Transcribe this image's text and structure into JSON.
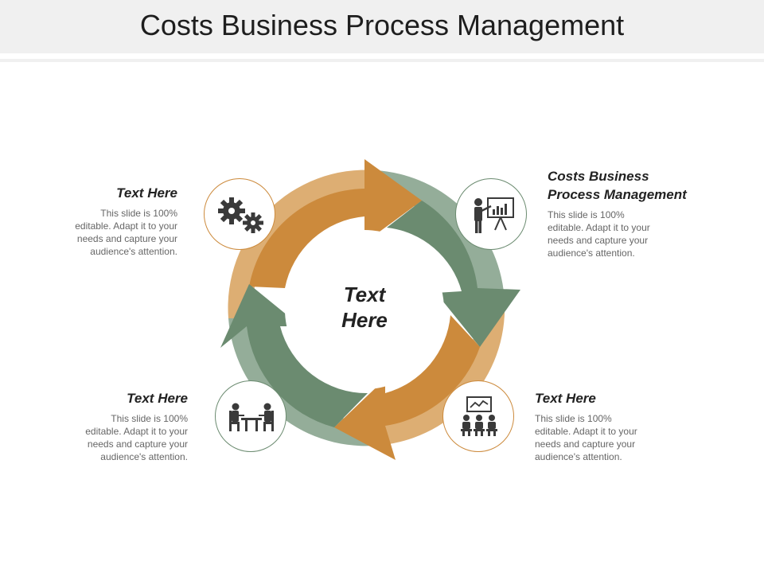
{
  "title": "Costs Business Process Management",
  "center": {
    "line1": "Text",
    "line2": "Here"
  },
  "blocks": {
    "top_left": {
      "heading": "Text Here",
      "body": [
        "This slide is 100%",
        "editable. Adapt it to your",
        "needs and capture your",
        "audience's attention."
      ]
    },
    "top_right": {
      "heading": [
        "Costs Business",
        "Process Management"
      ],
      "body": [
        "This slide is 100%",
        "editable. Adapt it to your",
        "needs and capture your",
        "audience's attention."
      ]
    },
    "bottom_left": {
      "heading": "Text Here",
      "body": [
        "This slide is 100%",
        "editable. Adapt it to your",
        "needs and capture your",
        "audience's attention."
      ]
    },
    "bottom_right": {
      "heading": "Text Here",
      "body": [
        "This slide is 100%",
        "editable. Adapt it to your",
        "needs and capture your",
        "audience's attention."
      ]
    }
  },
  "icons": {
    "top_left": "gears-icon",
    "top_right": "presenter-chart-icon",
    "bottom_left": "meeting-table-icon",
    "bottom_right": "audience-presentation-icon"
  },
  "colors": {
    "orange": "#cc8a3c",
    "orange_light": "#ddae73",
    "green": "#6b8b70",
    "green_light": "#94ad99",
    "icon": "#3a3a3a"
  }
}
